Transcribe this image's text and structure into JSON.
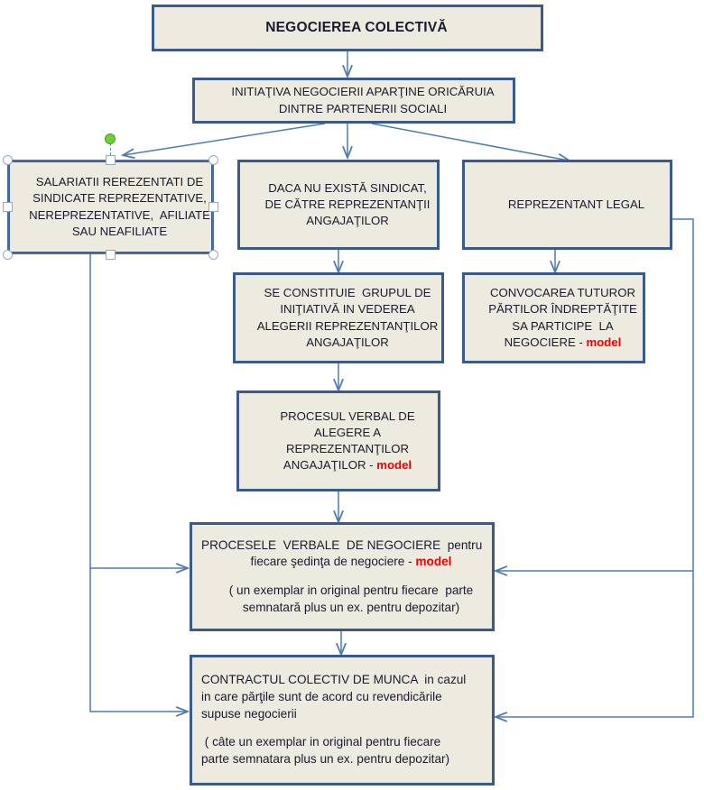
{
  "diagram": {
    "type": "flowchart",
    "title": "NEGOCIEREA COLECTIVĂ",
    "language": "ro",
    "colors": {
      "node_border": "#3a5a8c",
      "node_fill": "#edeae0",
      "connector": "#4f7cb0",
      "highlight_text": "#ee0000",
      "selection_handle_fill": "#ffffff",
      "selection_handle_border": "#8ea9c9",
      "rotation_handle": "#6fcf3a",
      "page_background": "#ffffff"
    },
    "nodes": {
      "title": {
        "id": "negocierea-colectiva",
        "lines": [
          "NEGOCIEREA COLECTIVĂ"
        ]
      },
      "initiativa": {
        "id": "initiativa-negocierii",
        "line1": "INITIAŢIVA NEGOCIERII APARŢINE ORICĂRUIA",
        "line2": "DINTRE PARTENERII SOCIALI"
      },
      "salariatii": {
        "id": "salariatii-reprezentati",
        "line1": "SALARIATII REREZENTATI DE",
        "line2": "SINDICATE REPREZENTATIVE,",
        "line3": "NEREPREZENTATIVE,  AFILIATE",
        "line4": "SAU NEAFILIATE",
        "selected": true
      },
      "daca_nu": {
        "id": "daca-nu-exista-sindicat",
        "line1": "DACA NU EXISTĂ SINDICAT,",
        "line2": "DE CĂTRE REPREZENTANŢII",
        "line3": "ANGAJAŢILOR"
      },
      "reprezentant_legal": {
        "id": "reprezentant-legal",
        "line1": "REPREZENTANT LEGAL"
      },
      "se_constituie": {
        "id": "se-constituie-grupul",
        "line1": "SE CONSTITUIE  GRUPUL DE",
        "line2": "INIŢIATIVĂ IN VEDEREA",
        "line3": "ALEGERII REPREZENTANŢILOR",
        "line4": "ANGAJAŢILOR"
      },
      "convocarea": {
        "id": "convocarea-tuturor-partilor",
        "line1": "CONVOCAREA TUTUROR",
        "line2": "PĂRTILOR ÎNDREPTĂŢITE",
        "line3": "SA PARTICIPE  LA",
        "line4_pre": "NEGOCIERE - ",
        "line4_red": "model"
      },
      "procesul_verbal": {
        "id": "procesul-verbal-alegere",
        "line1": "PROCESUL VERBAL DE",
        "line2": "ALEGERE A",
        "line3": "REPREZENTANŢILOR",
        "line4_pre": "ANGAJAŢILOR - ",
        "line4_red": "model"
      },
      "procesele_verbale": {
        "id": "procesele-verbale-negociere",
        "line1": "PROCESELE  VERBALE  DE NEGOCIERE  pentru",
        "line2_pre": "fiecare şedinţa de negociere - ",
        "line2_red": "model",
        "line3": "( un exemplar in original pentru fiecare  parte",
        "line4": "semnatară plus un ex. pentru depozitar)"
      },
      "contractul": {
        "id": "contractul-colectiv-munca",
        "line1": "CONTRACTUL COLECTIV DE MUNCA  in cazul",
        "line2": "in care părţile sunt de acord cu revendicările",
        "line3": "supuse negocierii",
        "line4": " ( câte un exemplar in original pentru fiecare",
        "line5": "parte semnatara plus un ex. pentru depozitar)"
      }
    },
    "edges": [
      {
        "from": "title",
        "to": "initiativa",
        "style": "arrow-down"
      },
      {
        "from": "initiativa",
        "to": "salariatii",
        "style": "arrow-diagonal-left"
      },
      {
        "from": "initiativa",
        "to": "daca_nu",
        "style": "arrow-down"
      },
      {
        "from": "initiativa",
        "to": "reprezentant_legal",
        "style": "arrow-diagonal-right"
      },
      {
        "from": "daca_nu",
        "to": "se_constituie",
        "style": "arrow-down"
      },
      {
        "from": "reprezentant_legal",
        "to": "convocarea",
        "style": "arrow-down"
      },
      {
        "from": "se_constituie",
        "to": "procesul_verbal",
        "style": "arrow-down"
      },
      {
        "from": "procesul_verbal",
        "to": "procesele_verbale",
        "style": "arrow-down"
      },
      {
        "from": "procesele_verbale",
        "to": "contractul",
        "style": "arrow-down"
      },
      {
        "from": "salariatii",
        "to": "procesele_verbale",
        "style": "elbow-left-arrow-right"
      },
      {
        "from": "salariatii",
        "to": "contractul",
        "style": "elbow-left-arrow-right"
      },
      {
        "from": "reprezentant_legal",
        "to": "procesele_verbale",
        "style": "elbow-right-arrow-left"
      },
      {
        "from": "reprezentant_legal",
        "to": "contractul",
        "style": "elbow-right-arrow-left"
      }
    ]
  }
}
